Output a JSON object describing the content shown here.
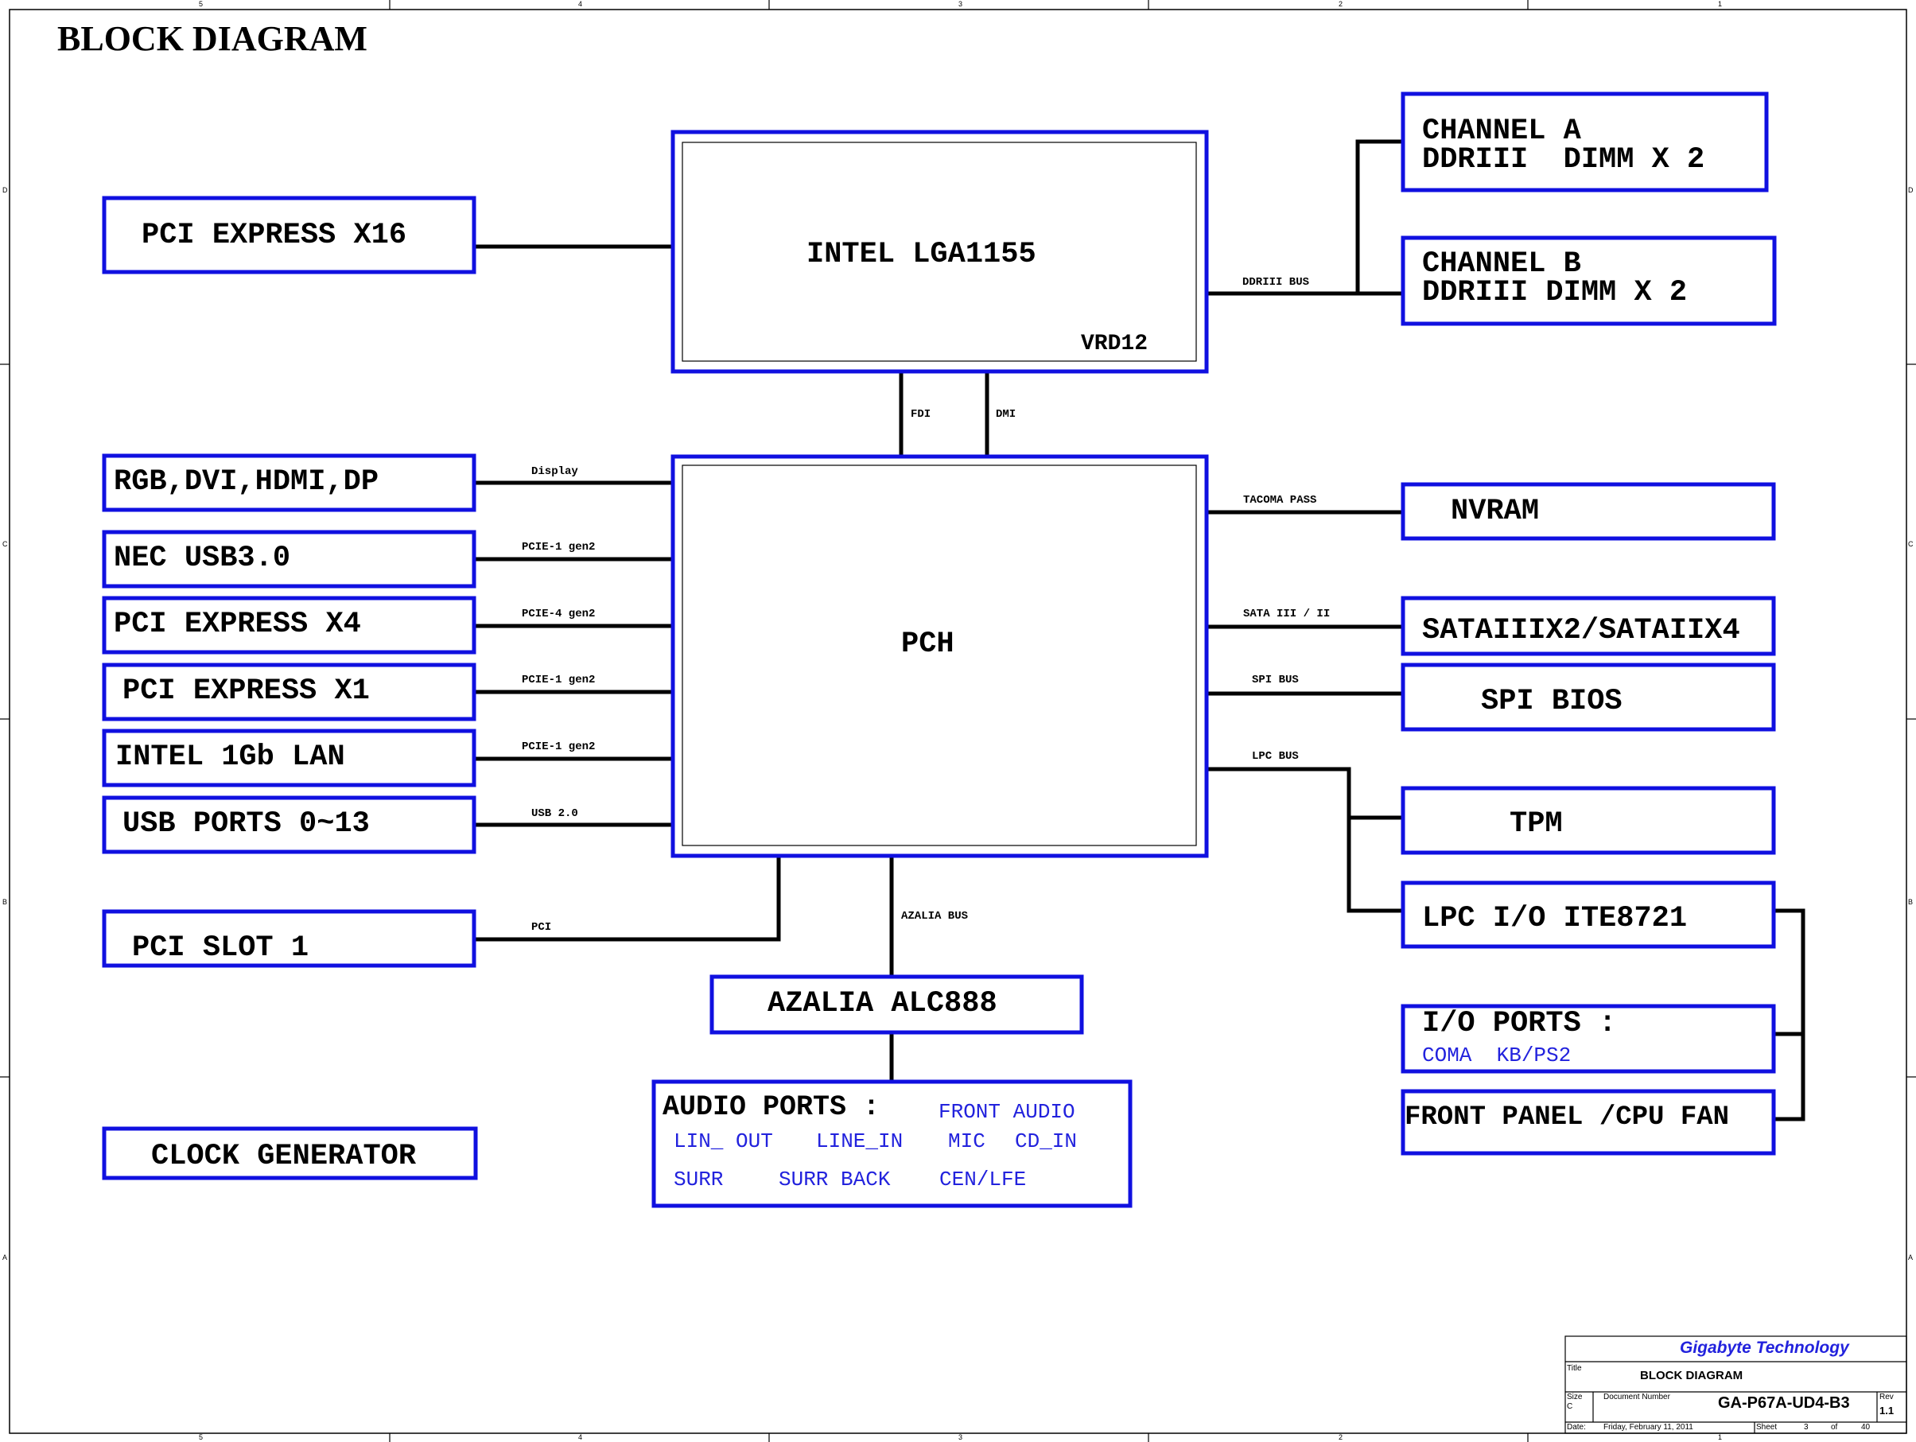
{
  "page": {
    "title": "BLOCK DIAGRAM"
  },
  "border": {
    "columns": [
      "5",
      "4",
      "3",
      "2",
      "1"
    ],
    "rows": [
      "D",
      "C",
      "B",
      "A"
    ]
  },
  "blocks": {
    "cpu": {
      "label": "INTEL LGA1155",
      "sub": "VRD12"
    },
    "pch": {
      "label": "PCH"
    },
    "pcie_x16": "PCI EXPRESS X16",
    "channel_a": {
      "line1": "CHANNEL A",
      "line2": "DDRIII  DIMM X 2"
    },
    "channel_b": {
      "line1": "CHANNEL B",
      "line2": "DDRIII DIMM X 2"
    },
    "display_out": "RGB,DVI,HDMI,DP",
    "nec_usb3": "NEC USB3.0",
    "pcie_x4": "PCI EXPRESS X4",
    "pcie_x1": "PCI EXPRESS X1",
    "intel_lan": "INTEL 1Gb LAN",
    "usb_ports": "USB PORTS 0~13",
    "pci_slot": "PCI SLOT 1",
    "clock_gen": "CLOCK GENERATOR",
    "nvram": "NVRAM",
    "sata": "SATAIIIX2/SATAIIX4",
    "spi_bios": "SPI BIOS",
    "tpm": "TPM",
    "lpc_io": "LPC I/O ITE8721",
    "io_ports": {
      "title": "I/O PORTS :",
      "items": "COMA  KB/PS2"
    },
    "front_panel": "FRONT PANEL /CPU FAN",
    "azalia": "AZALIA ALC888",
    "audio_ports": {
      "title": "AUDIO PORTS :",
      "front": "FRONT AUDIO",
      "lin_out": "LIN_ OUT",
      "line_in": "LINE_IN",
      "mic": "MIC",
      "cd_in": "CD_IN",
      "surr": "SURR",
      "surr_back": "SURR BACK",
      "cen_lfe": "CEN/LFE"
    }
  },
  "buses": {
    "ddr": "DDRIII BUS",
    "fdi": "FDI",
    "dmi": "DMI",
    "display": "Display",
    "nec": "PCIE-1 gen2",
    "x4": "PCIE-4 gen2",
    "x1": "PCIE-1 gen2",
    "lan": "PCIE-1 gen2",
    "usb": "USB 2.0",
    "pci": "PCI",
    "azalia": "AZALIA BUS",
    "tacoma": "TACOMA PASS",
    "sata": "SATA III / II",
    "spi": "SPI BUS",
    "lpc": "LPC BUS"
  },
  "title_block": {
    "company": "Gigabyte Technology",
    "title_label": "Title",
    "title": "BLOCK DIAGRAM",
    "size_label": "Size",
    "size": "C",
    "docnum_label": "Document Number",
    "docnum": "GA-P67A-UD4-B3",
    "rev_label": "Rev",
    "rev": "1.1",
    "date_label": "Date:",
    "date": "Friday, February 11, 2011",
    "sheet_label": "Sheet",
    "sheet": "3",
    "of_label": "of",
    "total": "40"
  },
  "colors": {
    "block_border": "#1010e0",
    "wire": "#000000",
    "accent_text": "#2222dd"
  }
}
